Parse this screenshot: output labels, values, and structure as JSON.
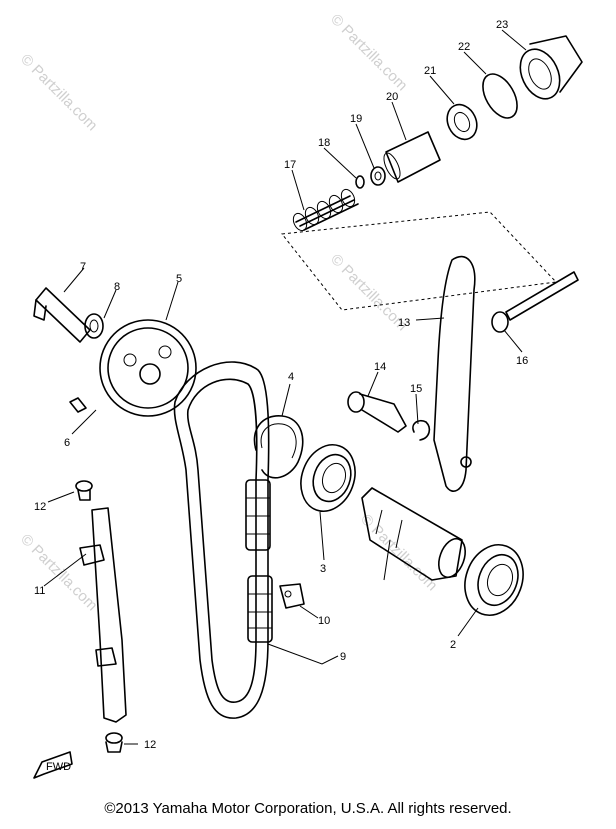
{
  "copyright": "©2013 Yamaha Motor Corporation, U.S.A. All rights reserved.",
  "watermark": "© Partzilla.com",
  "fwd_label": "FWD",
  "callouts": {
    "p2": "2",
    "p3": "3",
    "p4": "4",
    "p5": "5",
    "p6": "6",
    "p7": "7",
    "p8": "8",
    "p9": "9",
    "p10": "10",
    "p11": "11",
    "p12a": "12",
    "p12b": "12",
    "p13": "13",
    "p14": "14",
    "p15": "15",
    "p16": "16",
    "p17": "17",
    "p18": "18",
    "p19": "19",
    "p20": "20",
    "p21": "21",
    "p22": "22",
    "p23": "23"
  }
}
